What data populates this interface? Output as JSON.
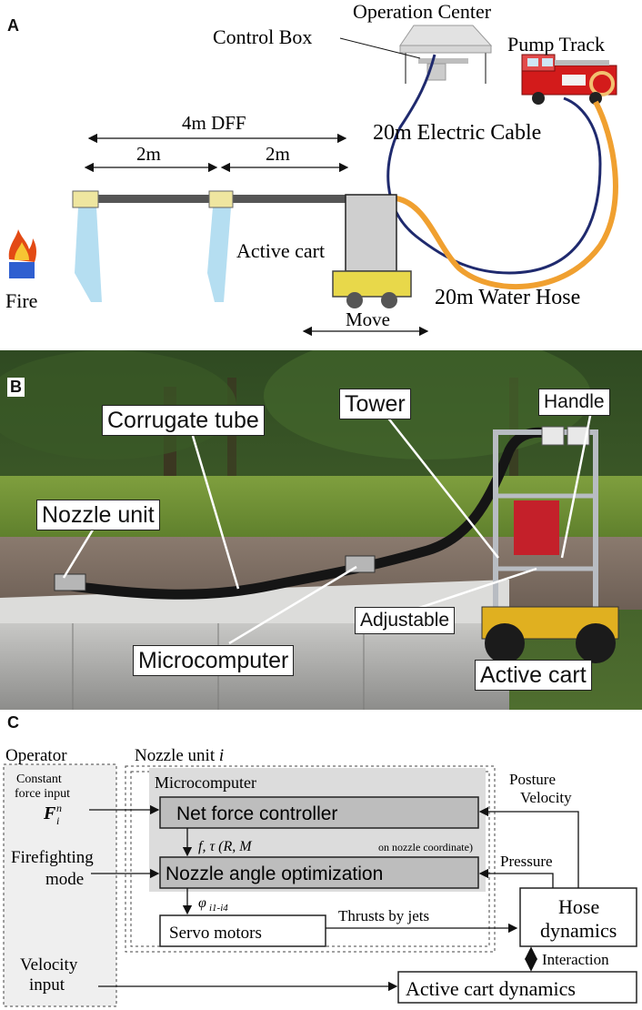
{
  "panelA": {
    "letter": "A",
    "operation_center": "Operation Center",
    "control_box": "Control Box",
    "pump_track": "Pump Track",
    "dff_length": "4m DFF",
    "seg1": "2m",
    "seg2": "2m",
    "electric_cable": "20m Electric Cable",
    "active_cart": "Active cart",
    "fire": "Fire",
    "water_hose": "20m Water Hose",
    "move": "Move",
    "colors": {
      "cable": "#1f2a6e",
      "hose": "#f0a030",
      "cart": "#e8d84a",
      "nozzle": "#efe6a0",
      "spray": "#a8d8ee"
    }
  },
  "panelB": {
    "letter": "B",
    "corrugate_tube": "Corrugate tube",
    "tower": "Tower",
    "handle": "Handle",
    "nozzle_unit": "Nozzle unit",
    "adjustable": "Adjustable",
    "microcomputer": "Microcomputer",
    "active_cart": "Active cart"
  },
  "panelC": {
    "letter": "C",
    "operator": "Operator",
    "nozzle_unit": "Nozzle unit ",
    "nozzle_unit_var": "i",
    "microcomputer": "Microcomputer",
    "constant_force_line1": "Constant",
    "constant_force_line2": "force input",
    "firefighting_line1": "Firefighting",
    "firefighting_line2": "mode",
    "velocity_line1": "Velocity",
    "velocity_line2": "input",
    "net_force_controller": "Net force controller",
    "nozzle_angle_optimization": "Nozzle angle optimization",
    "servo_motors": "Servo motors",
    "posture": "Posture",
    "velocity": "Velocity",
    "pressure": "Pressure",
    "thrusts_by_jets": "Thrusts by jets",
    "hose_dynamics_line1": "Hose",
    "hose_dynamics_line2": "dynamics",
    "interaction": "Interaction",
    "active_cart_dynamics": "Active cart dynamics",
    "on_nozzle_coordinate": "on nozzle coordinate)"
  }
}
